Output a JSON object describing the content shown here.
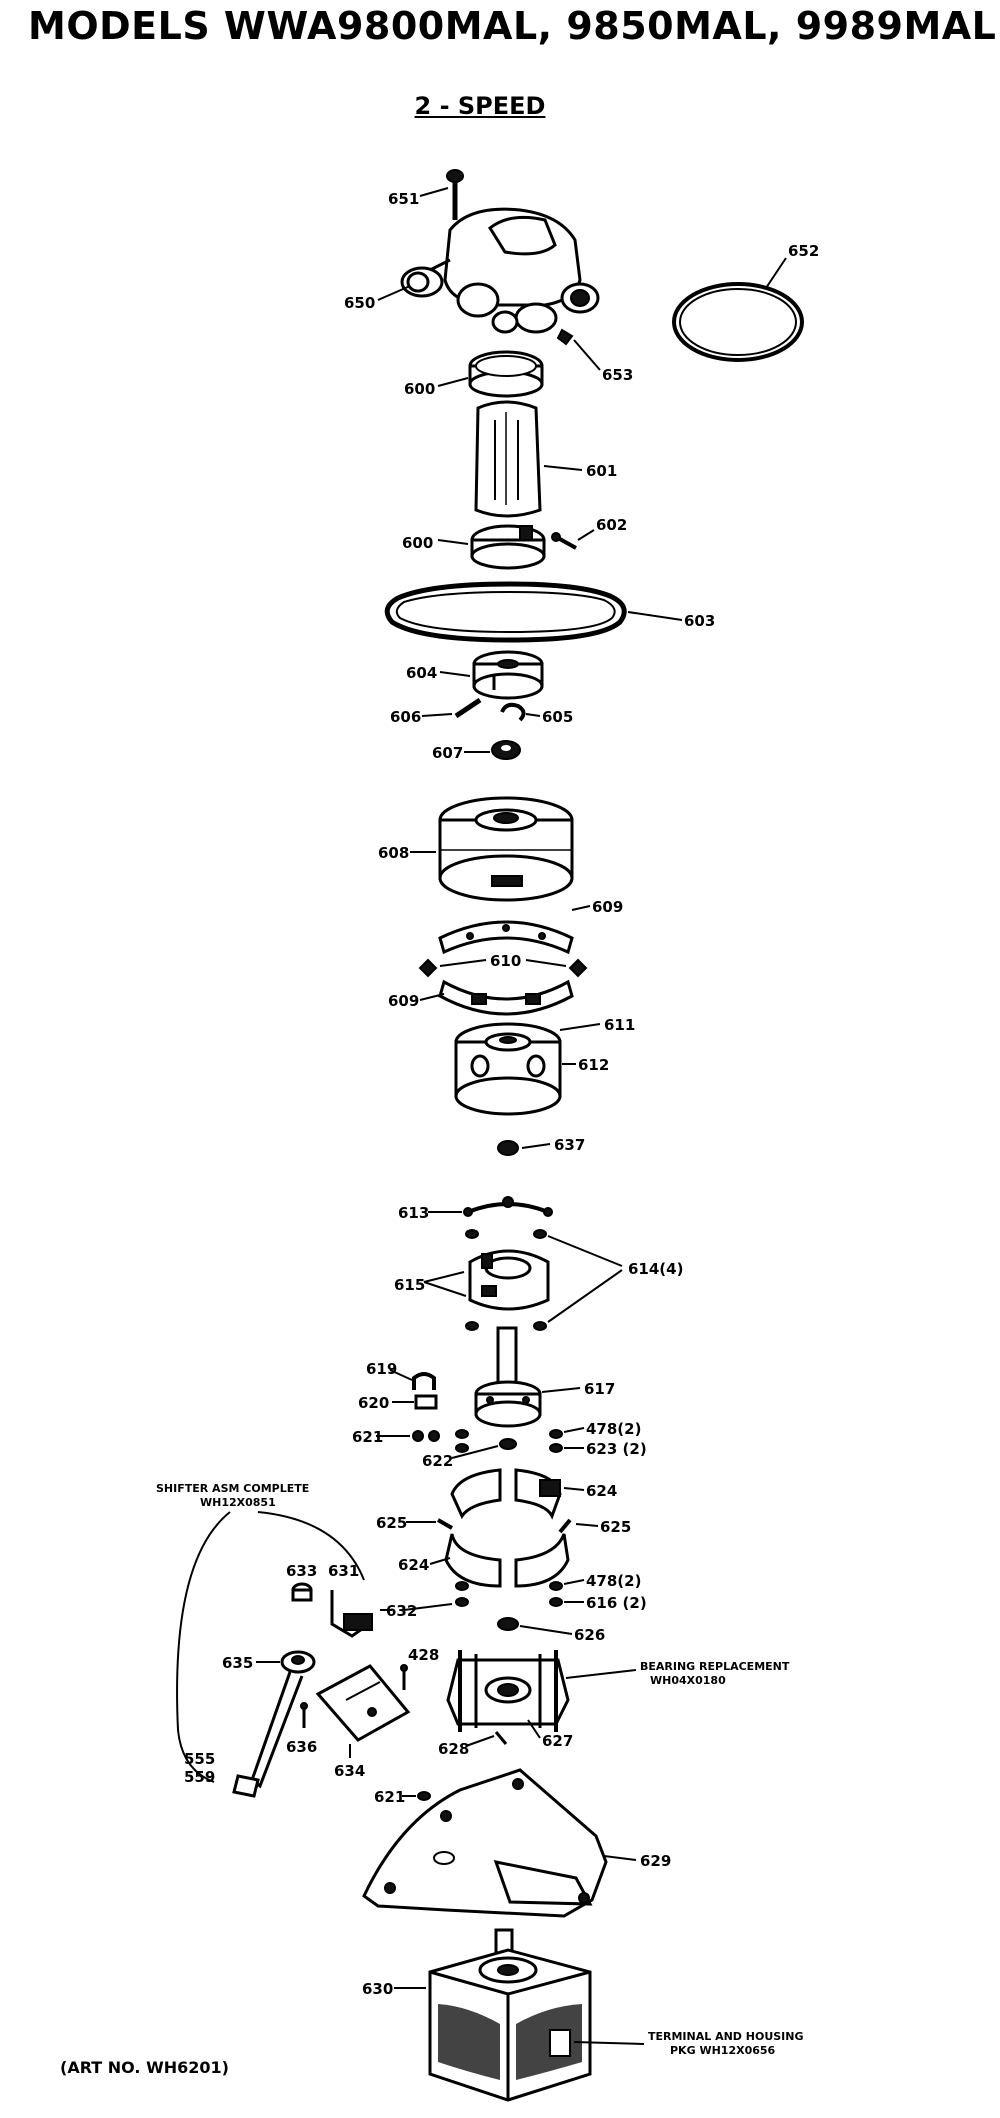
{
  "title": "MODELS WWA9800MAL, 9850MAL, 9989MAL",
  "subtitle": "2 - SPEED",
  "art_number": "(ART NO. WH6201)",
  "labels": {
    "p651": "651",
    "p650": "650",
    "p652": "652",
    "p653": "653",
    "p600a": "600",
    "p601": "601",
    "p600b": "600",
    "p602": "602",
    "p603": "603",
    "p604": "604",
    "p606": "606",
    "p605": "605",
    "p607": "607",
    "p608": "608",
    "p609a": "609",
    "p610": "610",
    "p609b": "609",
    "p611": "611",
    "p612": "612",
    "p637": "637",
    "p613": "613",
    "p615": "615",
    "p614": "614(4)",
    "p619": "619",
    "p620": "620",
    "p621a": "621",
    "p617": "617",
    "p478a": "478(2)",
    "p622": "622",
    "p623": "623 (2)",
    "p624a": "624",
    "p625a": "625",
    "p625b": "625",
    "p624b": "624",
    "p478b": "478(2)",
    "p616": "616 (2)",
    "p632": "632",
    "p626": "626",
    "p633": "633",
    "p631": "631",
    "p635": "635",
    "p428": "428",
    "p555": "555",
    "p559": "559",
    "p636": "636",
    "p634": "634",
    "p628": "628",
    "p627": "627",
    "p621b": "621",
    "p629": "629",
    "p630": "630"
  },
  "notes": {
    "shifter_line1": "SHIFTER ASM COMPLETE",
    "shifter_line2": "WH12X0851",
    "bearing_line1": "BEARING REPLACEMENT",
    "bearing_line2": "WH04X0180",
    "terminal_line1": "TERMINAL AND HOUSING",
    "terminal_line2": "PKG WH12X0656"
  }
}
